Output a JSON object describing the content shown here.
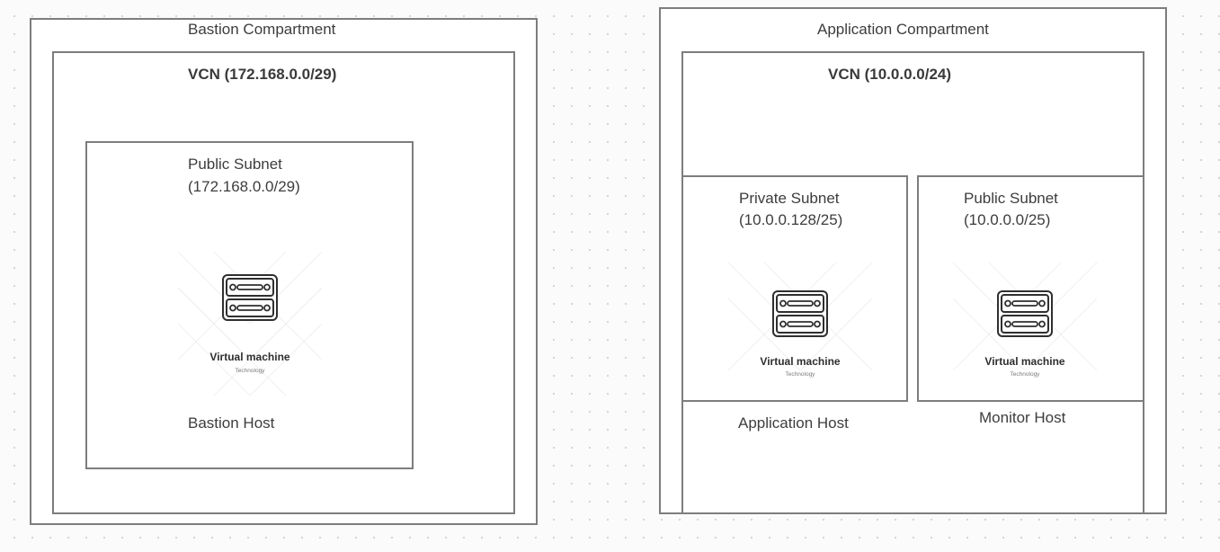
{
  "bastion": {
    "compartment_label": "Bastion Compartment",
    "vcn_label": "VCN (172.168.0.0/29)",
    "subnet_name": "Public Subnet",
    "subnet_cidr": "(172.168.0.0/29)",
    "vm_title": "Virtual machine",
    "vm_subtitle": "Technology",
    "host_label": "Bastion Host"
  },
  "application": {
    "compartment_label": "Application Compartment",
    "vcn_label": "VCN (10.0.0.0/24)",
    "private_subnet": {
      "name": "Private Subnet",
      "cidr": "(10.0.0.128/25)",
      "vm_title": "Virtual machine",
      "vm_subtitle": "Technology",
      "host_label": "Application Host"
    },
    "public_subnet": {
      "name": "Public Subnet",
      "cidr": "(10.0.0.0/25)",
      "vm_title": "Virtual machine",
      "vm_subtitle": "Technology",
      "host_label": "Monitor Host"
    }
  },
  "icons": {
    "vm_icon": "server-rack-icon"
  }
}
